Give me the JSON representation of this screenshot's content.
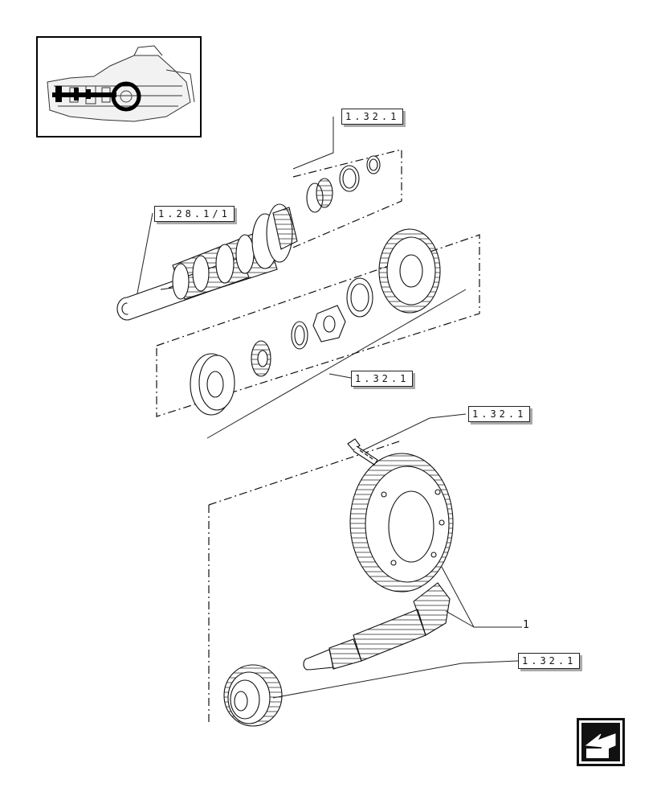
{
  "diagram": {
    "references": {
      "ref_top": "1.32.1",
      "ref_shaft": "1.28.1/1",
      "ref_middle": "1.32.1",
      "ref_bolt": "1.32.1",
      "ref_bottom": "1.32.1"
    },
    "item_number": "1"
  },
  "icons": {
    "overview": "transmission-overview-icon",
    "nav": "navigate-back-arrow-icon"
  },
  "colors": {
    "line": "#111111",
    "background": "#ffffff",
    "nav_bg": "#111111"
  }
}
